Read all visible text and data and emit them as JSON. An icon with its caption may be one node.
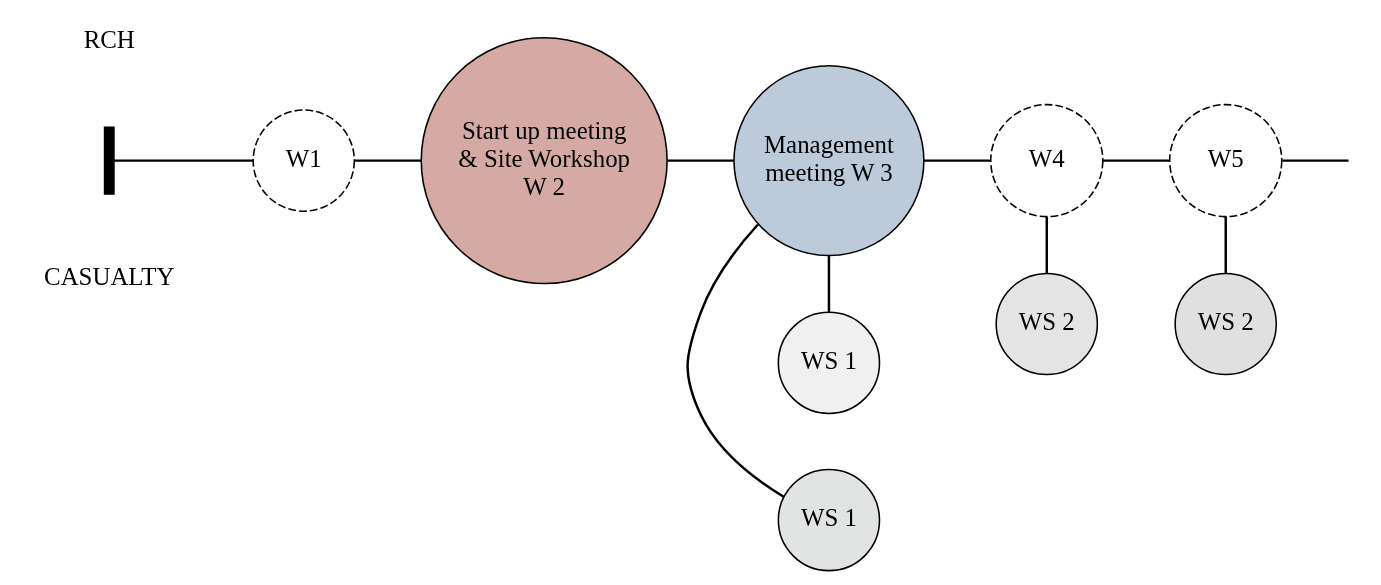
{
  "diagram": {
    "nodes": [
      {
        "text": [],
        "shape": "bar"
      },
      {
        "text": [
          "W1"
        ]
      },
      {
        "text": [
          "Start up meeting & Site Workshop W 2"
        ]
      },
      {
        "text": [
          "WS 1"
        ]
      },
      {
        "text": [
          "Management meeting W 3"
        ]
      },
      {
        "text": [
          "WS 1"
        ]
      },
      {
        "text": [
          "WS 2"
        ]
      },
      {
        "text": [
          "W4"
        ]
      },
      {
        "text": [
          "W5"
        ]
      },
      {
        "text": [
          "WS 2"
        ]
      }
    ],
    "edges": [
      {
        "from": 0,
        "to": 1,
        "arrow": "none"
      },
      {
        "from": 1,
        "to": 2,
        "arrow": "none"
      },
      {
        "from": 2,
        "to": 4,
        "arrow": "none"
      },
      {
        "from": 4,
        "to": 3,
        "arrow": "none"
      },
      {
        "from": 4,
        "to": 5,
        "arrow": "none"
      },
      {
        "from": 4,
        "to": 7,
        "arrow": "none"
      },
      {
        "from": 7,
        "to": 6,
        "arrow": "none"
      },
      {
        "from": 7,
        "to": 8,
        "arrow": "none"
      },
      {
        "from": 8,
        "to": 9,
        "arrow": "none"
      },
      {
        "from": 8,
        "to": null,
        "arrow": "none"
      }
    ],
    "labels": [
      "RCH",
      "CASUALTY"
    ]
  }
}
